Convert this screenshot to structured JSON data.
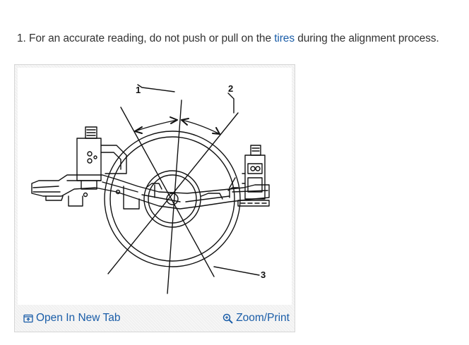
{
  "step": {
    "number": "1.",
    "text_before": "For an accurate reading, do not push or pull on the",
    "link": "tires",
    "text_after": "during the alignment process."
  },
  "figure": {
    "callouts": [
      "1",
      "2",
      "3"
    ],
    "open_label": "Open In New Tab",
    "zoom_label": "Zoom/Print",
    "open_icon": "open-tab-icon",
    "zoom_icon": "zoom-icon"
  },
  "colors": {
    "link": "#1a5da8",
    "text": "#333333",
    "card_bg": "#f6f6f6"
  }
}
